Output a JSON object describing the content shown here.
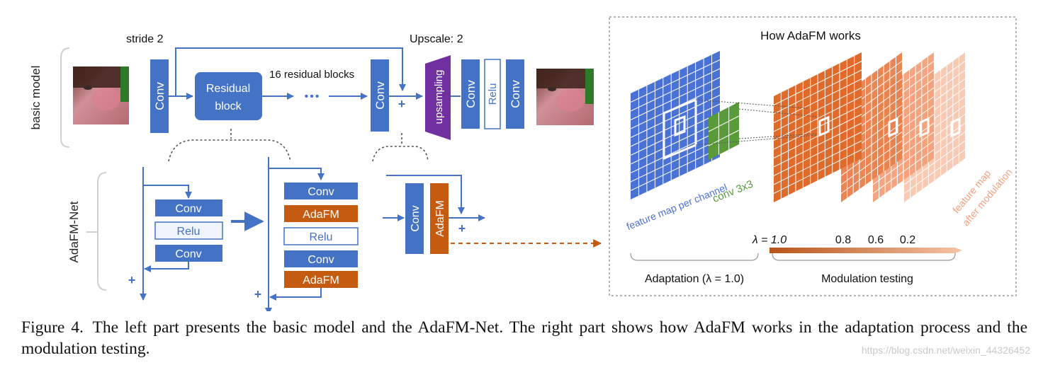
{
  "basic_model": {
    "side_label": "basic model",
    "stride_label": "stride 2",
    "upscale_label": "Upscale: 2",
    "conv_label": "Conv",
    "residual_block_label_line1": "Residual",
    "residual_block_label_line2": "block",
    "residual_count_label": "16 residual blocks",
    "dots_label": "•••",
    "plus_label": "+",
    "upsampling_label": "upsampling",
    "conv2_label": "Conv",
    "relu_label": "Relu",
    "conv3_label": "Conv"
  },
  "adafm_net": {
    "side_label": "AdaFM-Net",
    "left_block": {
      "conv1": "Conv",
      "relu": "Relu",
      "conv2": "Conv",
      "plus": "+"
    },
    "mid_block": {
      "conv1": "Conv",
      "adafm1": "AdaFM",
      "relu": "Relu",
      "conv2": "Conv",
      "adafm2": "AdaFM",
      "plus": "+"
    },
    "right_block": {
      "conv": "Conv",
      "adafm": "AdaFM",
      "plus": "+"
    }
  },
  "how_adafm": {
    "title": "How AdaFM works",
    "feature_map_label": "feature map per channel",
    "conv_label": "conv 3x3",
    "after_mod_label_line1": "feature map",
    "after_mod_label_line2": "after modulation",
    "lambda_label": "λ = 1.0",
    "lambda_values": [
      "0.8",
      "0.6",
      "0.2"
    ],
    "adaptation_label": "Adaptation (λ = 1.0)",
    "modulation_label": "Modulation testing"
  },
  "caption": {
    "figure_label": "Figure 4.",
    "text": "The left part presents the basic model and the AdaFM-Net. The right part shows how AdaFM works in the adaptation process and the modulation testing."
  },
  "watermark": "https://blog.csdn.net/weixin_44326452",
  "colors": {
    "conv_blue": "#4472C4",
    "adafm_orange": "#C55A11",
    "upsampling_purple": "#7030A0",
    "grid_blue": "#4a72d4",
    "grid_green": "#5a9a3a",
    "grid_orange": "#e06a2a",
    "arrow_blue": "#4472C4"
  }
}
